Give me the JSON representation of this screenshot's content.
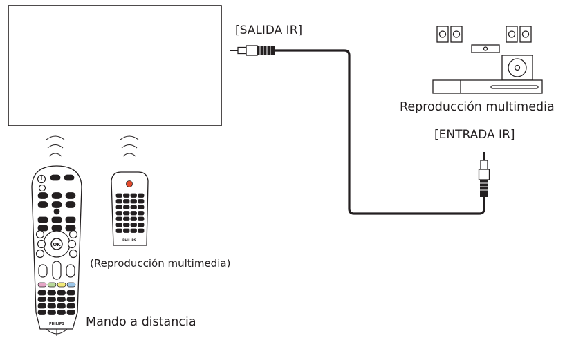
{
  "labels": {
    "ir_out": "[SALIDA IR]",
    "multimedia_player": "Reproducción multimedia",
    "ir_in": "[ENTRADA IR]",
    "multimedia_remote": "(Reproducción multimedia)",
    "remote_control": "Mando a distancia"
  },
  "remotes": {
    "brand": "PHILIPS",
    "ok_label": "OK"
  },
  "colors": {
    "stroke": "#231f20",
    "power_button": "#e34a2c",
    "color_key_red": "#e5a6c6",
    "color_key_green": "#b8d89a",
    "color_key_yellow": "#f2ea7a",
    "color_key_blue": "#9cc7ea"
  },
  "icons": [
    "ir-signal-icon",
    "mini-jack-icon",
    "speaker-icon",
    "subwoofer-icon",
    "disc-icon"
  ]
}
